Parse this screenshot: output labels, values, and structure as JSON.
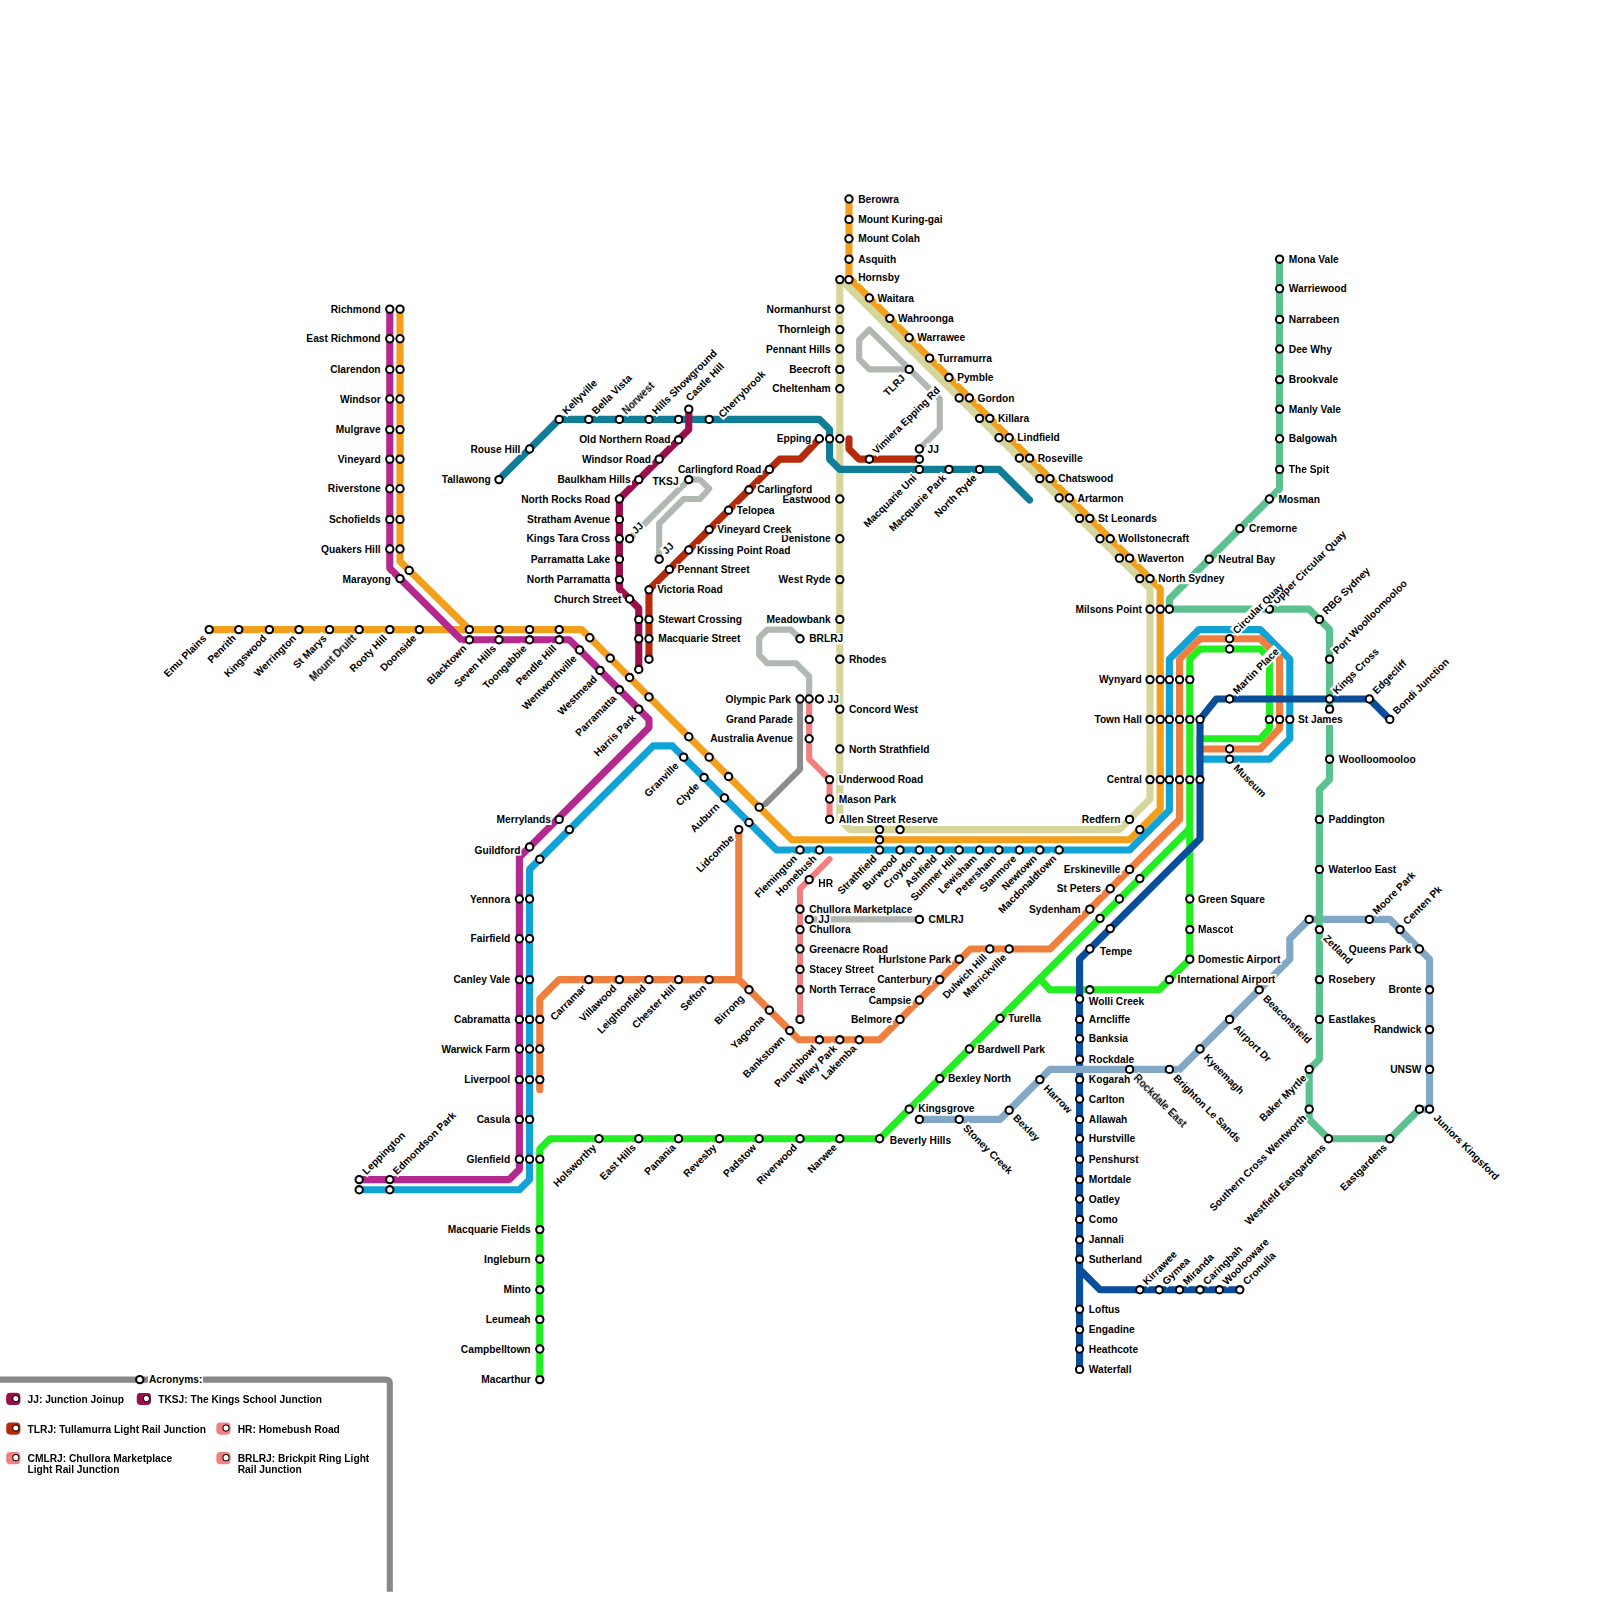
{
  "diagram": {
    "labels": [
      "Richmond",
      "East Richmond",
      "Clarendon",
      "Windsor",
      "Mulgrave",
      "Vineyard",
      "Riverstone",
      "Schofields",
      "Quakers Hill",
      "Marayong",
      "Emu Plains",
      "Penrith",
      "Kingswood",
      "Werrington",
      "St Marys",
      "Mount Druitt",
      "Rooty Hill",
      "Doonside",
      "Blacktown",
      "Seven Hills",
      "Toongabbie",
      "Pendle Hill",
      "Wentworthville",
      "Westmead",
      "Parramatta",
      "Harris Park",
      "Granville",
      "Clyde",
      "Auburn",
      "Lidcombe",
      "Merrylands",
      "Guildford",
      "Yennora",
      "Fairfield",
      "Canley Vale",
      "Cabramatta",
      "Warwick Farm",
      "Liverpool",
      "Casula",
      "Glenfield",
      "Leppington",
      "Edmondson Park",
      "Macquarie Fields",
      "Ingleburn",
      "Minto",
      "Leumeah",
      "Campbelltown",
      "Macarthur",
      "Holsworthy",
      "East Hills",
      "Panania",
      "Revesby",
      "Padstow",
      "Riverwood",
      "Narwee",
      "Beverly Hills",
      "Kingsgrove",
      "Bexley North",
      "Bardwell Park",
      "Turella",
      "Carramar",
      "Villawood",
      "Leightonfield",
      "Chester Hill",
      "Sefton",
      "Birrong",
      "Yagoona",
      "Bankstown",
      "Punchbowl",
      "Wiley Park",
      "Lakemba",
      "Belmore",
      "Campsie",
      "Canterbury",
      "Hurlstone Park",
      "Dulwich Hill",
      "Marrickville",
      "Flemington",
      "Homebush",
      "Strathfield",
      "Burwood",
      "Croydon",
      "Ashfield",
      "Summer Hill",
      "Lewisham",
      "Petersham",
      "Stanmore",
      "Newtown",
      "Macdonaldtown",
      "Redfern",
      "Erskineville",
      "St Peters",
      "Sydenham",
      "Tempe",
      "Wolli Creek",
      "Arncliffe",
      "Banksia",
      "Rockdale",
      "Kogarah",
      "Carlton",
      "Allawah",
      "Hurstville",
      "Penshurst",
      "Mortdale",
      "Oatley",
      "Como",
      "Jannali",
      "Sutherland",
      "Loftus",
      "Engadine",
      "Heathcote",
      "Waterfall",
      "Kirrawee",
      "Gymea",
      "Miranda",
      "Caringbah",
      "Woolooware",
      "Cronulla",
      "Harrow",
      "Stoney Creek",
      "Bexley",
      "Rockdale East",
      "Brighton Le Sands",
      "Kyeemagh",
      "Airport Dr",
      "Beaconsfield",
      "Zetland",
      "Moore Park",
      "Centen Pk",
      "Queens Park",
      "Bronte",
      "Randwick",
      "UNSW",
      "Juniors Kingsford",
      "Mona Vale",
      "Warriewood",
      "Narrabeen",
      "Dee Why",
      "Brookvale",
      "Manly Vale",
      "Balgowah",
      "The Spit",
      "Mosman",
      "Cremorne",
      "Neutral Bay",
      "Upper Circular Quay",
      "RBG Sydney",
      "Port Woolloomooloo",
      "Kings Cross",
      "Woolloomooloo",
      "Paddington",
      "Waterloo East",
      "Rosebery",
      "Eastlakes",
      "Baker Myrtle",
      "Southern Cross Wentworth",
      "Westfield Eastgardens",
      "Eastgardens",
      "Milsons Point",
      "Wynyard",
      "Town Hall",
      "Central",
      "Circular Quay",
      "Martin Place",
      "St James",
      "Museum",
      "Edgecliff",
      "Bondi Junction",
      "North Sydney",
      "Waverton",
      "Wollstonecraft",
      "St Leonards",
      "Artarmon",
      "Chatswood",
      "Roseville",
      "Lindfield",
      "Killara",
      "Gordon",
      "Pymble",
      "Turramurra",
      "Warrawee",
      "Wahroonga",
      "Waitara",
      "Hornsby",
      "Asquith",
      "Mount Colah",
      "Mount Kuring-gai",
      "Berowra",
      "Normanhurst",
      "Thornleigh",
      "Pennant Hills",
      "Beecroft",
      "Cheltenham",
      "Epping",
      "Eastwood",
      "Denistone",
      "West Ryde",
      "Meadowbank",
      "Rhodes",
      "Concord West",
      "North Strathfield",
      "Underwood Road",
      "Mason Park",
      "Allen Street Reserve",
      "Tallawong",
      "Rouse Hill",
      "Kellyville",
      "Bella Vista",
      "Norwest",
      "Hills Showground",
      "Castle Hill",
      "Cherrybrook",
      "Old Northern Road",
      "Windsor Road",
      "Baulkham Hills",
      "North Rocks Road",
      "Stratham Avenue",
      "Kings Tara Cross",
      "Parramatta Lake",
      "North Parramatta",
      "Church Street",
      "Carlingford Road",
      "Carlingford",
      "Telopea",
      "Vineyard Creek",
      "Kissing Point Road",
      "Pennant Street",
      "Victoria Road",
      "Stewart Crossing",
      "Macquarie Street",
      "TKSJ",
      "JJ",
      "JJ",
      "Macquarie Uni",
      "Macquarie Park",
      "North Ryde",
      "Vimiera Epping Rd",
      "TLRJ",
      "JJ",
      "BRLRJ",
      "Olympic Park",
      "JJ",
      "Grand Parade",
      "Australia Avenue",
      "HR",
      "Chullora Marketplace",
      "JJ",
      "Chullora",
      "Greenacre Road",
      "Stacey Street",
      "North Terrace",
      "CMLRJ",
      "Green Square",
      "Mascot",
      "Domestic Airport",
      "International Airport",
      "Acronyms:"
    ],
    "legend": [
      {
        "text": "JJ: Junction Joinup",
        "color": "#9b0f4c"
      },
      {
        "text": "TKSJ: The Kings School Junction",
        "color": "#9b0f4c"
      },
      {
        "text": "TLRJ: Tullamurra Light Rail Junction",
        "color": "#b52a0a"
      },
      {
        "text": "HR: Homebush Road",
        "color": "#f08080"
      },
      {
        "text": "CMLRJ: Chullora Marketplace Light Rail Junction",
        "color": "#f08080"
      },
      {
        "text": "BRLRJ: Brickpit Ring Light Rail Junction",
        "color": "#f08080"
      }
    ]
  }
}
